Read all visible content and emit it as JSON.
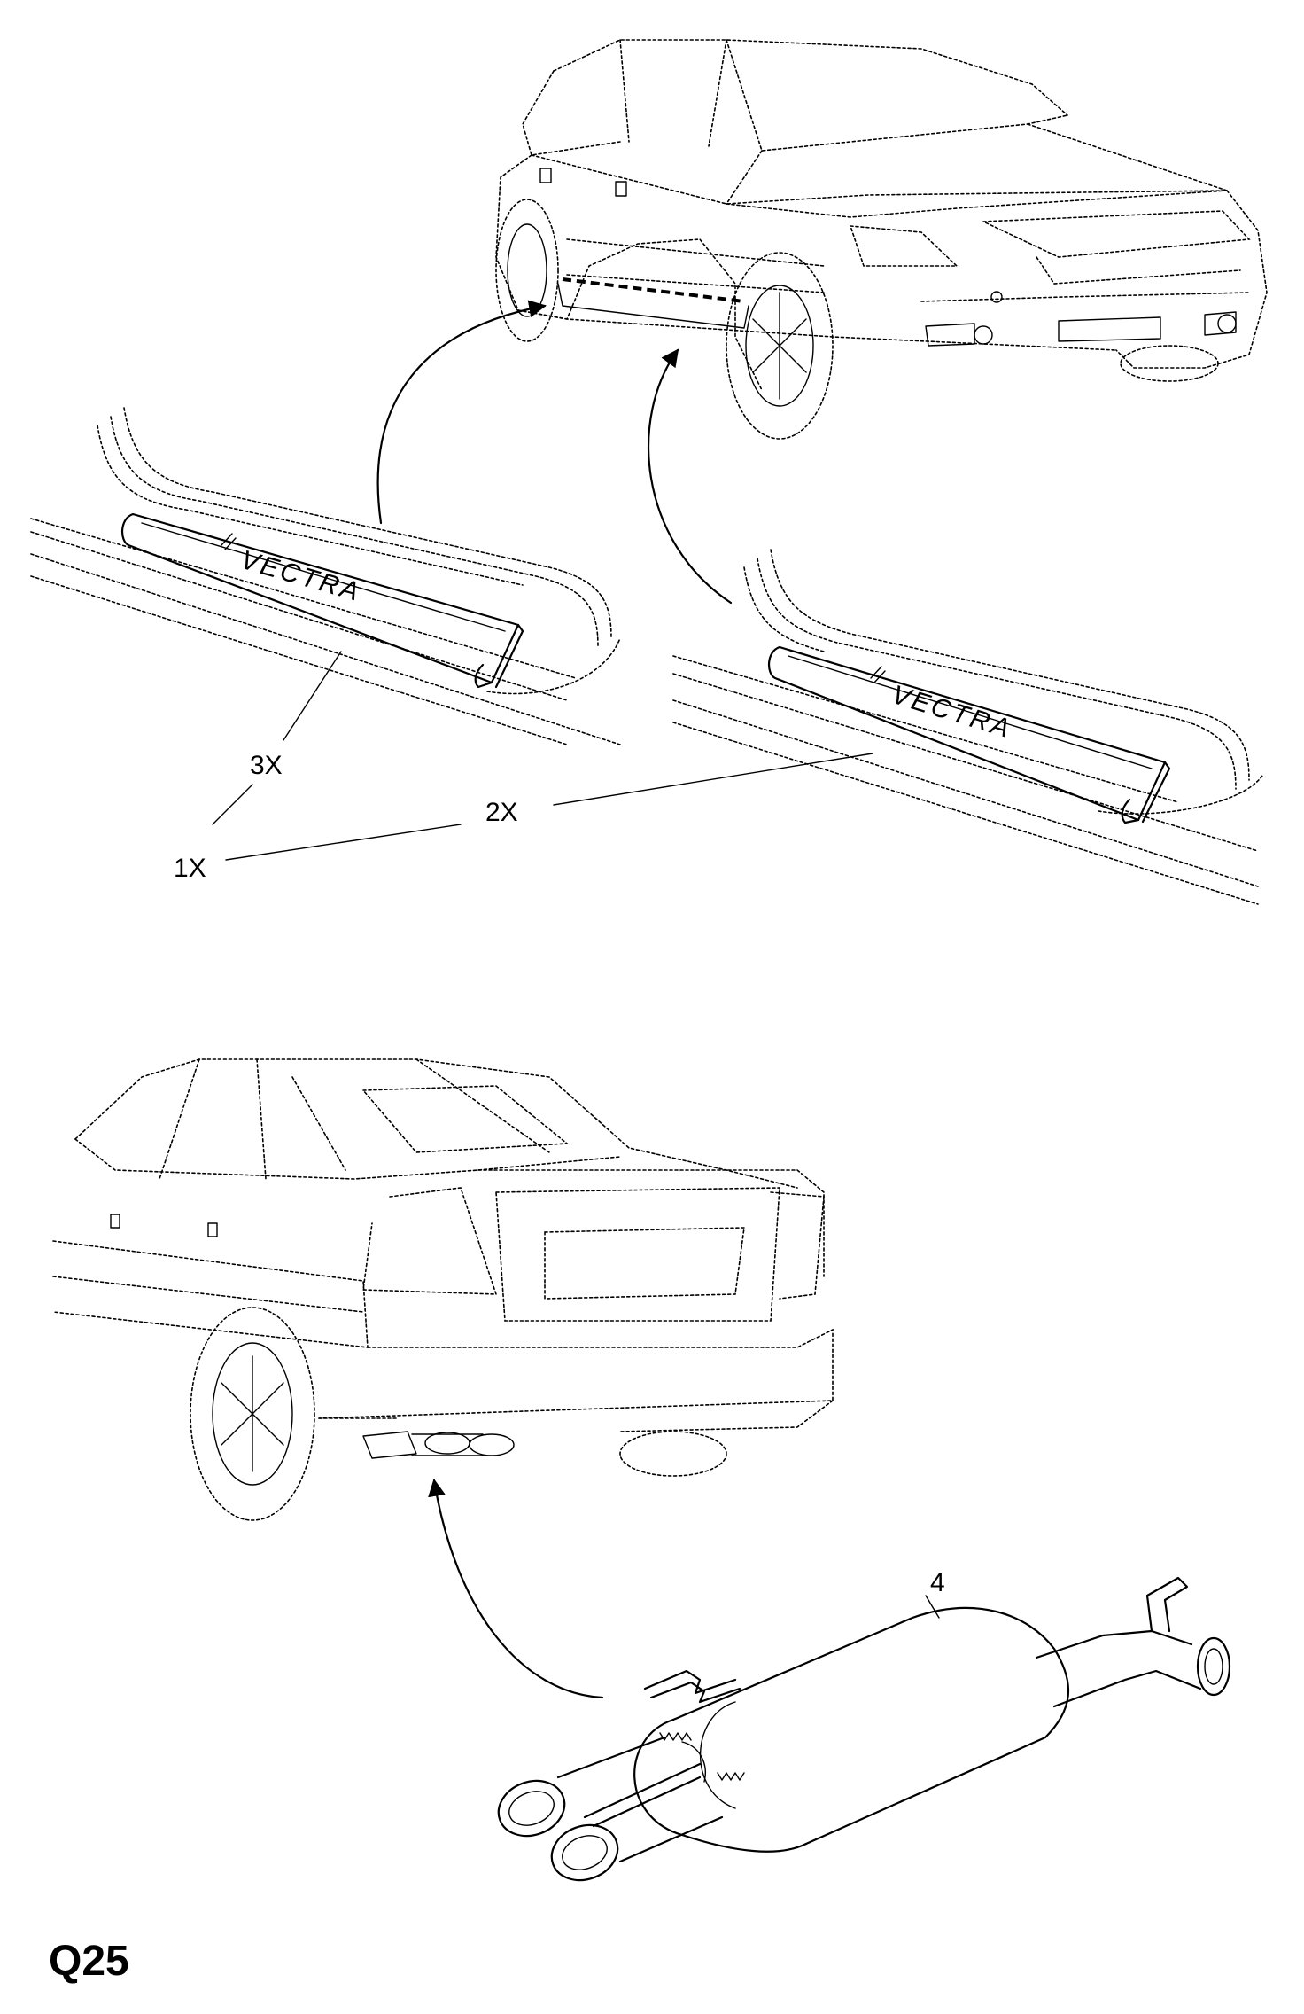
{
  "labels": {
    "l1x": "1X",
    "l2x": "2X",
    "l3x": "3X",
    "l4": "4"
  },
  "plate_text": {
    "left": "VECTRA",
    "right": "VECTRA"
  },
  "figure_code": "Q25"
}
